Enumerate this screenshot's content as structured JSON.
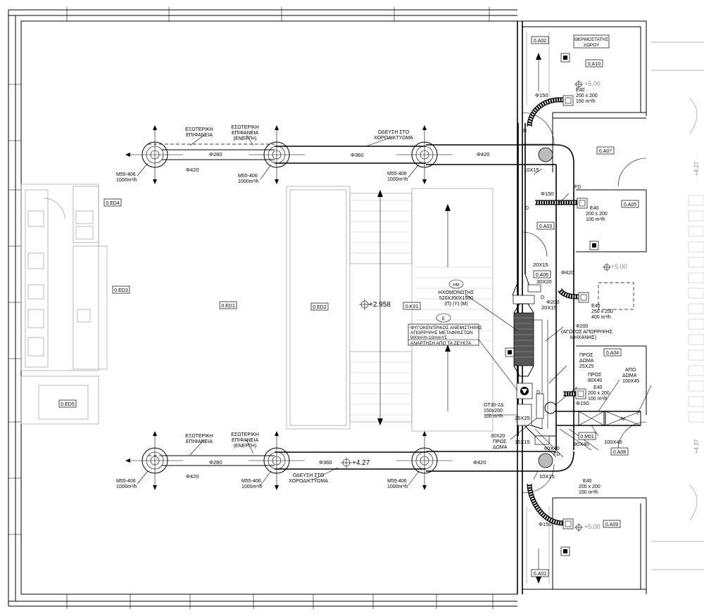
{
  "rooms": {
    "a02": "0.A02",
    "a10": "0.A10",
    "a07": "0.A07",
    "a05": "0.A05",
    "a03": "0.A03",
    "a06": "0.A06",
    "a04": "0.A04",
    "a08": "0.A08",
    "a09": "0.A09",
    "a01": "0.A01",
    "m01": "0.M01",
    "k01": "0.K01",
    "ed1": "0.ED1",
    "ed2": "0.ED2",
    "ed3": "0.ED3",
    "ed4": "0.ED4",
    "ed5": "0.ED5"
  },
  "levels": {
    "main": "+2.958",
    "lower": "+4.27",
    "right_top": "+5.00",
    "right_mid": "+5.00",
    "right_bot": "+5.00",
    "edge1": "+4.27",
    "edge2": "+4.27"
  },
  "thermostat": {
    "line1": "ΘΕΡΜΟΣΤΑΤΗΣ",
    "line2": "ΧΩΡΟΥ"
  },
  "duct_sizes": {
    "d280": "Φ280",
    "d360": "Φ360",
    "d420": "Φ420",
    "d150": "Φ150",
    "d200": "Φ200",
    "r10x15": "10X15",
    "r20x15": "20X15",
    "r30x20": "30X20",
    "r60x40": "60X40",
    "r80x40": "80X40",
    "r100x45": "100X45",
    "r25x25": "25X25",
    "r15x15": "15X15"
  },
  "labels": {
    "ext_surface_1": "ΕΞΩΤΕΡΙΚΗ",
    "ext_surface_2": "ΕΠΙΦΑΝΕΙΑ",
    "int_surface_1": "ΕΣΩΤΕΡΙΚΗ",
    "int_surface_2": "ΕΠΙΦΑΝΕΙΑ",
    "int_surface_3": "(ΕΝΕΡΓΗ)",
    "route_1": "ΟΔΕΥΣΗ ΣΤΟ",
    "route_2": "ΧΟΡΟΔΙΚΤΥΩΜΑ",
    "diffuser_1": "M55-406",
    "diffuser_2": "1000m³/h",
    "silencer_tag": "HM",
    "silencer_1": "ΗΧΟΜΟΝΩΤΗΣ",
    "silencer_2": "520X350X1500",
    "silencer_3": "(Π)   (Υ)   (Μ)",
    "fan_tag": "E",
    "fan_1": "ΦΥΓΟΚΕΝΤΡΙΚΟΣ ΑΝΕΜΙΣΤΗΡΑΣ",
    "fan_2": "ΑΠΟΡΡΙΨΗΣ ΜΕΤΑΦΡΑΣΤΩΝ",
    "fan_3": "900m³/h-10mmΥΣ",
    "fan_4": "ΑΝΑΡΤΗΣΗ ΑΠΟ ΤΑ ΖΕΥΚΤΑ",
    "e40_a": "E40",
    "e40_a2": "200 x 200",
    "e40_a3": "150 m³/h",
    "e40_b2": "200 x 200",
    "e40_b3": "100 m³/h",
    "e40_c2": "250 x 250",
    "e40_c3": "400 m³/h",
    "phi200_1": "Φ200",
    "phi200_2": "(ΑΓΩΓΟΣ ΑΠΟΡΡΙΨΗΣ",
    "phi200_3": "ΜΗΧΑΝΗΣ)",
    "to_slab": "ΠΡΟΣ",
    "to_slab2": "ΔΩΜΑ",
    "from_slab": "ΑΠΟ",
    "ot_1": "ΟΤ30-2Δ",
    "ot_2": "150x200",
    "ot_3": "100 m³/h",
    "fd": "FD",
    "d": "D",
    "n": "N"
  }
}
